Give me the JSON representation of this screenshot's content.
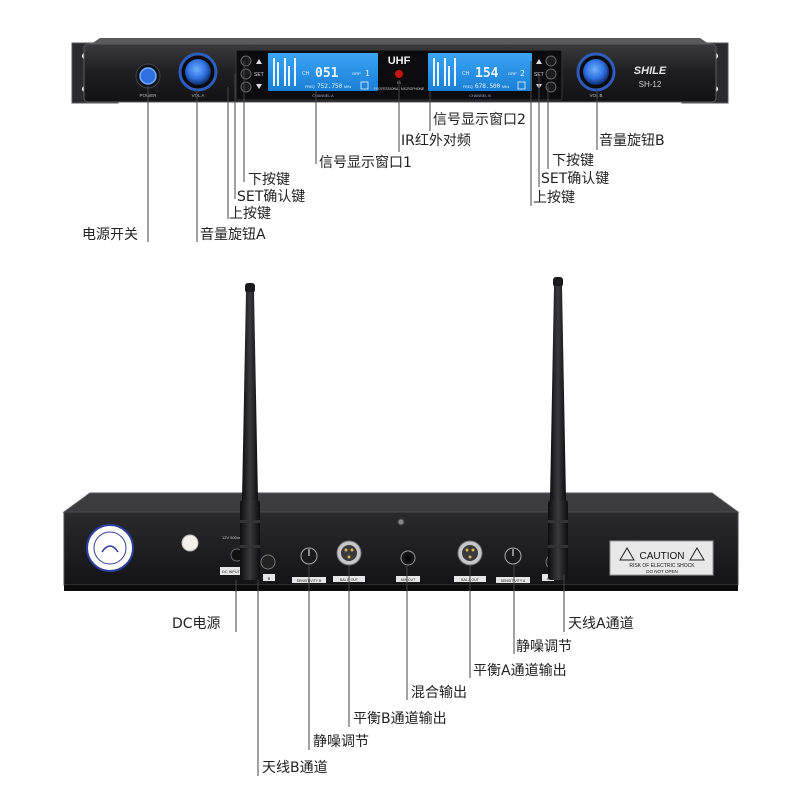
{
  "front_panel": {
    "band": "UHF",
    "logo": "SHILE",
    "model": "SH-12",
    "power_text": "POWER",
    "vol_a_text": "VOL A",
    "vol_b_text": "VOL B",
    "set_text": "SET",
    "ir_text": "IR",
    "mic_text": "PROFESSIONAL MICROPHONE",
    "channel_a": {
      "name": "CHANNEL A",
      "ch_prefix": "CH",
      "channel": "051",
      "group_prefix": "GRP",
      "group": "1",
      "freq_prefix": "FREQ",
      "freq": "752.750",
      "freq_unit": "MHz"
    },
    "channel_b": {
      "name": "CHANNEL B",
      "ch_prefix": "CH",
      "channel": "154",
      "group_prefix": "GRP",
      "group": "2",
      "freq_prefix": "FREQ",
      "freq": "678.500",
      "freq_unit": "MHz"
    }
  },
  "rear_panel": {
    "caution_title": "CAUTION",
    "caution_line1": "RISK OF ELECTRIC SHOCK",
    "caution_line2": "DO NOT OPEN",
    "dc_rating": "12V 500mA",
    "dc_input_text": "DC INPUT",
    "sens_a_text": "SENSITIVITY A",
    "sens_b_text": "SENSITIVITY B",
    "bal_a_text": "BAL A OUT",
    "bal_b_text": "BAL B OUT",
    "mix_text": "MIX OUT",
    "ant_a_text": "A",
    "ant_b_text": "B"
  },
  "labels": {
    "signal_window_2": "信号显示窗口2",
    "ir_pairing": "IR红外对频",
    "volume_knob_b": "音量旋钮B",
    "down_button_right": "下按键",
    "set_button_right": "SET确认键",
    "up_button_right": "上按键",
    "signal_window_1": "信号显示窗口1",
    "down_button_left": "下按键",
    "set_button_left": "SET确认键",
    "up_button_left": "上按键",
    "power_switch": "电源开关",
    "volume_knob_a": "音量旋钮A",
    "dc_power": "DC电源",
    "antenna_a": "天线A通道",
    "squelch_a": "静噪调节",
    "balanced_a_out": "平衡A通道输出",
    "mix_output": "混合输出",
    "balanced_b_out": "平衡B通道输出",
    "squelch_b": "静噪调节",
    "antenna_b": "天线B通道"
  },
  "colors": {
    "chassis": "#1b1b1d",
    "chassis_edge": "#4a4a4e",
    "lcd": "#1f8fe6",
    "lcd_text": "#e8f6ff",
    "knob_blue": "#2f6fe0",
    "leader_line": "#444444"
  }
}
